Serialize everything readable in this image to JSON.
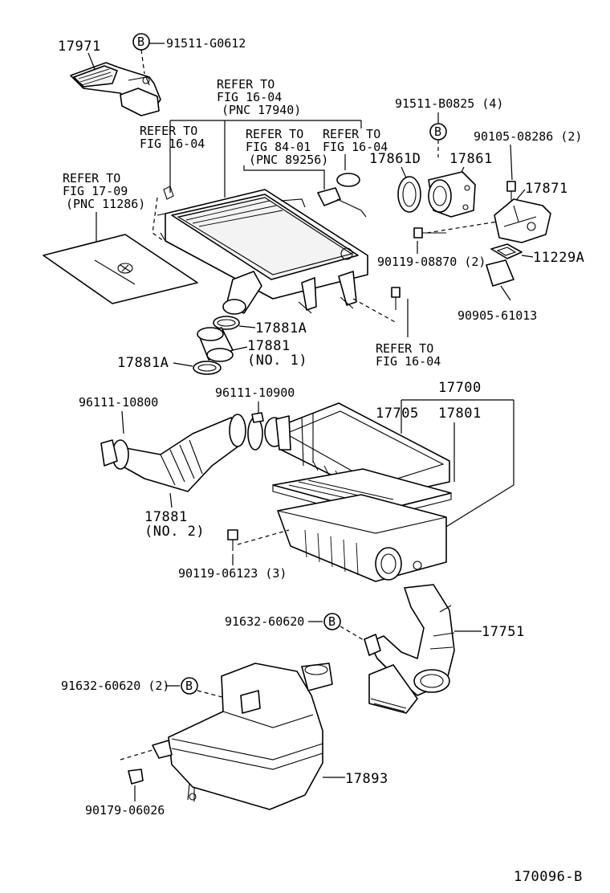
{
  "diagram_id": "170096-B",
  "circle_marker": "B",
  "labels": {
    "p17971": "17971",
    "p91511_g0612": "91511-G0612",
    "refer_1604_pnc17940": [
      "REFER TO",
      "FIG 16-04",
      "(PNC 17940)"
    ],
    "refer_1604_a": [
      "REFER TO",
      "FIG 16-04"
    ],
    "refer_8401": [
      "REFER TO",
      "FIG 84-01",
      "(PNC 89256)"
    ],
    "refer_1604_b": [
      "REFER TO",
      "FIG 16-04"
    ],
    "refer_1709": [
      "REFER TO",
      "FIG 17-09",
      "(PNC 11286)"
    ],
    "p91511_b0825": "91511-B0825 (4)",
    "p90105_08286": "90105-08286 (2)",
    "p17861d": "17861D",
    "p17861": "17861",
    "p17871": "17871",
    "p90119_08870": "90119-08870 (2)",
    "p11229a": "11229A",
    "p90905_61013": "90905-61013",
    "refer_1604_c": [
      "REFER TO",
      "FIG 16-04"
    ],
    "p17881a_1": "17881A",
    "p17881_no1": [
      "17881",
      "(NO. 1)"
    ],
    "p17881a_2": "17881A",
    "p96111_10800": "96111-10800",
    "p96111_10900": "96111-10900",
    "p17700": "17700",
    "p17705": "17705",
    "p17801": "17801",
    "p17881_no2": [
      "17881",
      "(NO. 2)"
    ],
    "p90119_06123": "90119-06123 (3)",
    "p91632_60620": "91632-60620",
    "p17751": "17751",
    "p91632_60620_2": "91632-60620 (2)",
    "p17893": "17893",
    "p90179_06026": "90179-06026"
  }
}
